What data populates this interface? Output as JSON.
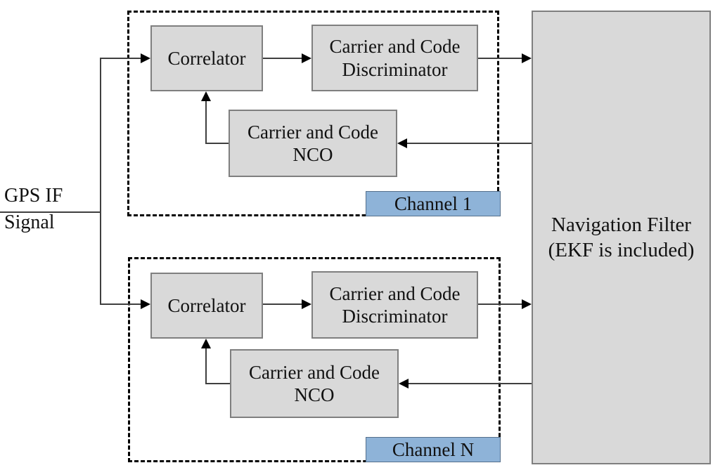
{
  "source": {
    "line1": "GPS IF",
    "line2": "Signal"
  },
  "channel1": {
    "correlator": "Correlator",
    "discriminator": [
      "Carrier and Code",
      "Discriminator"
    ],
    "nco": [
      "Carrier and Code",
      "NCO"
    ],
    "label": "Channel 1"
  },
  "channelN": {
    "correlator": "Correlator",
    "discriminator": [
      "Carrier and Code",
      "Discriminator"
    ],
    "nco": [
      "Carrier and Code",
      "NCO"
    ],
    "label": "Channel N"
  },
  "nav_filter": {
    "line1": "Navigation Filter",
    "line2": "(EKF is included)"
  },
  "colors": {
    "block_fill": "#d9d9d9",
    "channel_label_fill": "#8eb3d8",
    "dashed_border": "#000000",
    "line": "#3f3f3f"
  }
}
